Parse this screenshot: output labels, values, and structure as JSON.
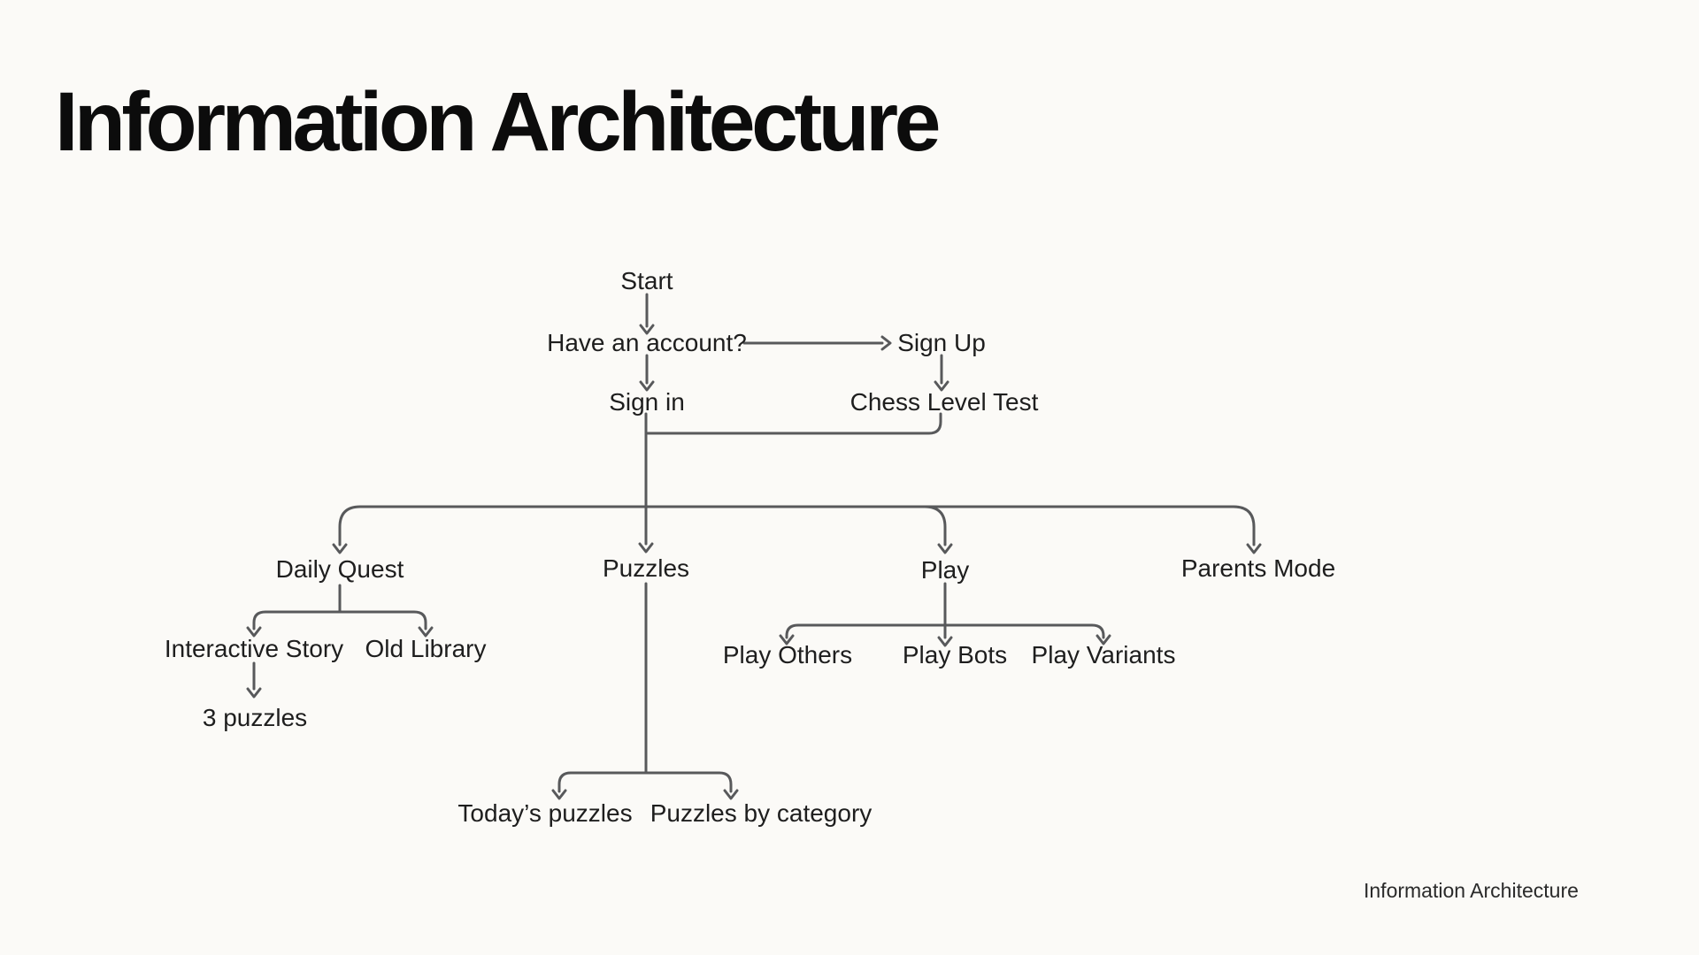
{
  "page": {
    "title": "Information Architecture",
    "footer": "Information Architecture"
  },
  "colors": {
    "background": "#fbfaf7",
    "line": "#58595b",
    "text": "#1e1e1e",
    "title": "#0c0c0c"
  },
  "flowchart": {
    "start": "Start",
    "have_account": "Have an account?",
    "sign_up": "Sign Up",
    "sign_in": "Sign in",
    "chess_level_test": "Chess Level Test",
    "daily_quest": "Daily Quest",
    "puzzles": "Puzzles",
    "play": "Play",
    "parents_mode": "Parents Mode",
    "interactive_story": "Interactive Story",
    "old_library": "Old Library",
    "three_puzzles": "3 puzzles",
    "play_others": "Play Others",
    "play_bots": "Play Bots",
    "play_variants": "Play Variants",
    "todays_puzzles": "Today’s puzzles",
    "puzzles_by_category": "Puzzles by category"
  },
  "edges": [
    "Start -> Have an account?",
    "Have an account? -> Sign Up",
    "Have an account? -> Sign in",
    "Sign Up -> Chess Level Test",
    "Sign in / Chess Level Test -> Daily Quest",
    "Sign in / Chess Level Test -> Puzzles",
    "Sign in / Chess Level Test -> Play",
    "Sign in / Chess Level Test -> Parents Mode",
    "Daily Quest -> Interactive Story",
    "Daily Quest -> Old Library",
    "Interactive Story -> 3 puzzles",
    "Play -> Play Others",
    "Play -> Play Bots",
    "Play -> Play Variants",
    "Puzzles -> Today’s puzzles",
    "Puzzles -> Puzzles by category"
  ]
}
